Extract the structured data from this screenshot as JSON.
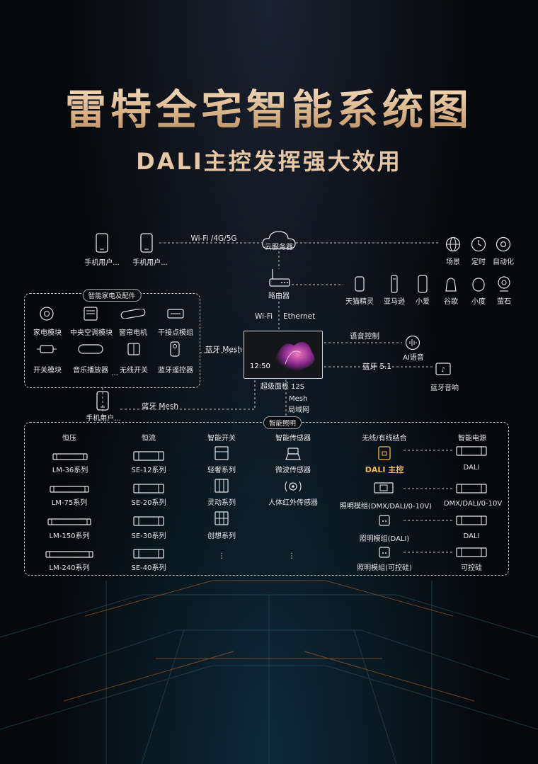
{
  "header": {
    "title": "雷特全宅智能系统图",
    "subtitle": "DALI主控发挥强大效用"
  },
  "top": {
    "phone1": "手机用户...",
    "phone2": "手机用户...",
    "wifi_label": "Wi-Fi /4G/5G",
    "cloud": "云服务器",
    "router": "路由器",
    "scenes": [
      "场景",
      "定时",
      "自动化"
    ],
    "voice_assistants": [
      "天猫精灵",
      "亚马逊",
      "小爱",
      "谷歌",
      "小度",
      "萤石"
    ]
  },
  "appliances": {
    "tag": "智能家电及配件",
    "row1": [
      "家电模块",
      "中央空调模块",
      "窗帘电机",
      "干接点模组"
    ],
    "row2": [
      "开关模块",
      "音乐播放器",
      "无线开关",
      "蓝牙遥控器"
    ],
    "more": "···"
  },
  "center": {
    "wifi": "Wi-Fi",
    "ethernet": "Ethernet",
    "bt_mesh_left": "蓝牙 Mesh",
    "voice_control": "语音控制",
    "ai_voice": "AI语音",
    "bt51": "蓝牙 5.1",
    "bt_speaker": "蓝牙音响",
    "panel_time": "12:50",
    "panel_name": "超级面板 12S",
    "mesh": "Mesh",
    "lan": "局域网",
    "phone3": "手机用户...",
    "bt_mesh_bottom": "蓝牙 Mesh"
  },
  "lighting": {
    "tag": "智能照明",
    "headers": [
      "恒压",
      "恒流",
      "智能开关",
      "智能传感器",
      "无线/有线结合",
      "智能电源"
    ],
    "constant_voltage": [
      "LM-36系列",
      "LM-75系列",
      "LM-150系列",
      "LM-240系列"
    ],
    "constant_current": [
      "SE-12系列",
      "SE-20系列",
      "SE-30系列",
      "SE-40系列"
    ],
    "switches": [
      "轻奢系列",
      "灵动系列",
      "创想系列"
    ],
    "sensors": [
      "微波传感器",
      "人体红外传感器"
    ],
    "wireless": [
      "DALI 主控",
      "照明模组(DMX/DALI/0-10V)",
      "照明模组(DALI)",
      "照明模组(可控硅)"
    ],
    "power": [
      "DALI",
      "DMX/DALI/0-10V",
      "DALI",
      "可控硅"
    ],
    "more": "⋮"
  },
  "colors": {
    "gold": "#e6c9a4",
    "accent": "#f2b94a",
    "line": "#bfc3c8"
  }
}
